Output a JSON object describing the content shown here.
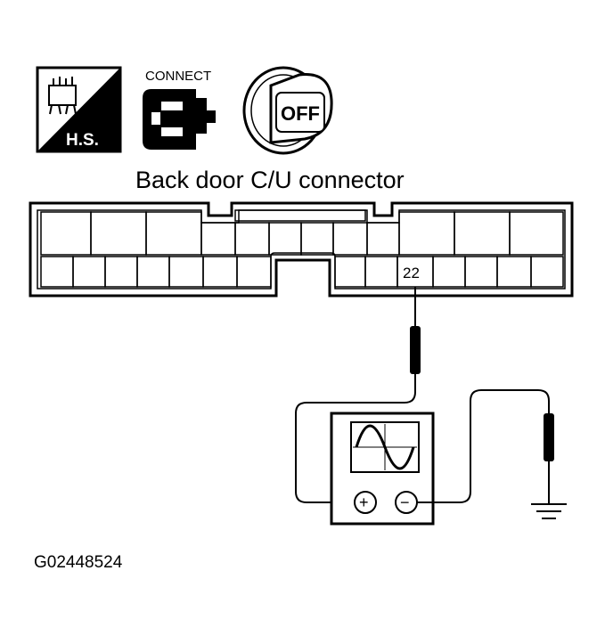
{
  "icons": {
    "hs": {
      "label": "H.S.",
      "name": "harness-side-icon"
    },
    "connect": {
      "label": "CONNECT",
      "name": "connector-plug-icon"
    },
    "ignition": {
      "label": "OFF",
      "name": "ignition-key-off-icon"
    }
  },
  "connector": {
    "title": "Back door C/U connector",
    "pin": "22"
  },
  "oscilloscope": {
    "positive": "+",
    "negative": "−",
    "waveform": "sine"
  },
  "figure_id": "G02448524"
}
